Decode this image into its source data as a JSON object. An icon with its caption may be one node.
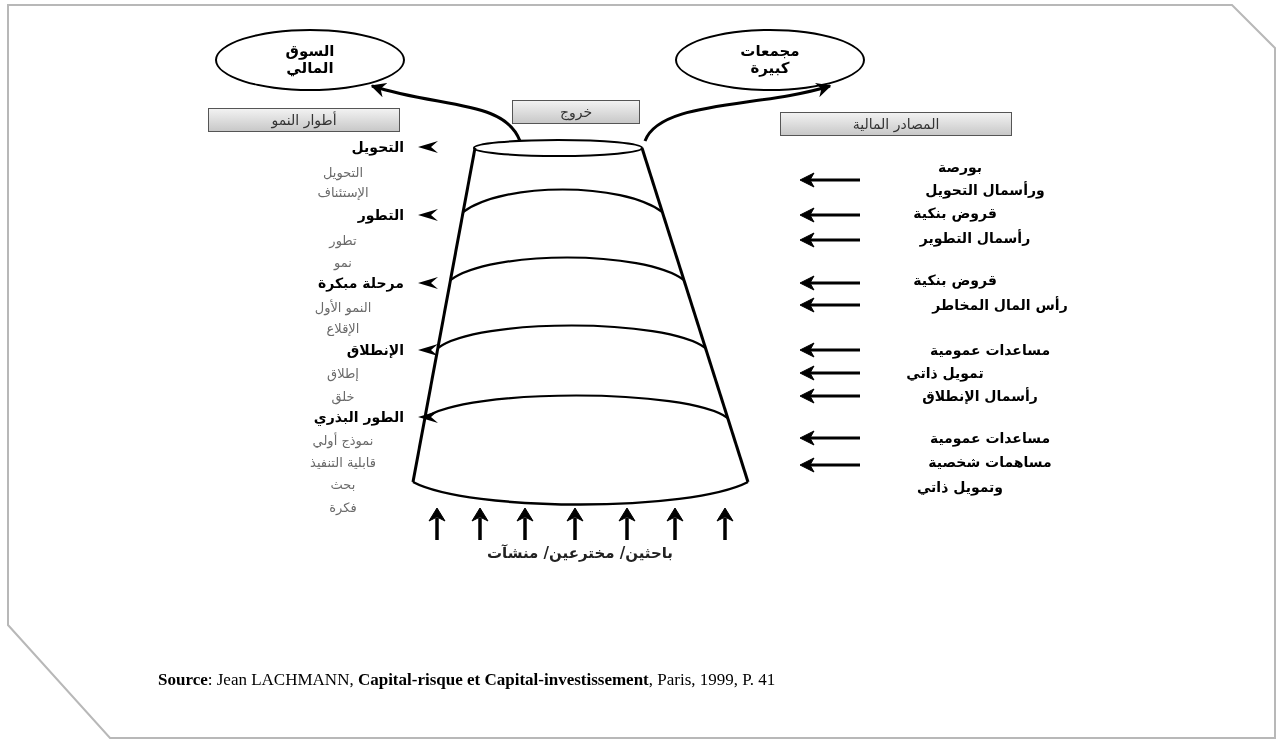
{
  "diagram": {
    "caption": "**Source**: Jean LACHMANN, **Capital-risque et Capital-investissement**, Paris, 1999, P. 41",
    "nodes": [
      {
        "text": [
          "السوق المالي"
        ]
      },
      {
        "text": [
          "مجمعات كبيرة"
        ]
      },
      {
        "text": [],
        "shape": "cylinder"
      },
      {
        "text": [
          "أطوار النمو"
        ]
      },
      {
        "text": [
          "خروج"
        ]
      },
      {
        "text": [
          "المصادر المالية"
        ]
      }
    ],
    "edges": [
      {
        "from": 2,
        "to": 0,
        "arrow": "to"
      },
      {
        "from": 2,
        "to": 1,
        "arrow": "to"
      }
    ],
    "labels": [
      "التحويل",
      "التحويل",
      "الإستئناف",
      "التطور",
      "تطور",
      "نمو",
      "مرحلة مبكرة",
      "النمو الأول",
      "الإقلاع",
      "الإنطلاق",
      "إطلاق",
      "خلق",
      "الطور البذري",
      "نموذج أولي",
      "قابلية التنفيذ",
      "بحث",
      "فكرة",
      "بورصة",
      "ورأسمال التحويل",
      "قروض بنكية",
      "رأسمال التطوير",
      "قروض بنكية",
      "رأس المال المخاطر",
      "مساعدات عمومية",
      "تمويل ذاتي",
      "رأسمال الإنطلاق",
      "مساعدات عمومية",
      "مساهمات شخصية",
      "وتمويل ذاتي",
      "باحثين/ مخترعين/ منشآت"
    ]
  }
}
